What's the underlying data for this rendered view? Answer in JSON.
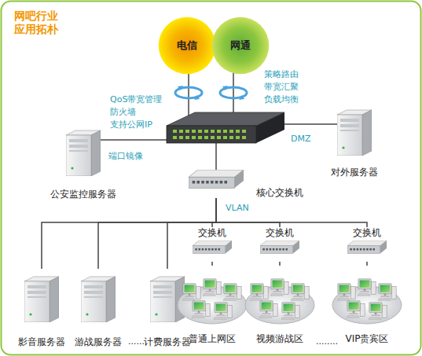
{
  "diagram": {
    "title": "网吧行业 应用拓朴",
    "nodes": [
      {
        "text": [
          "电信"
        ]
      },
      {
        "text": [
          "网通"
        ]
      },
      {
        "text": [
          "公安监控服务器"
        ]
      },
      {
        "text": [
          "对外服务器"
        ]
      },
      {
        "text": [
          "核心交换机"
        ]
      },
      {
        "text": [
          "影音服务器"
        ]
      },
      {
        "text": [
          "游战服务器"
        ]
      },
      {
        "text": [
          "计费服务器"
        ]
      },
      {
        "text": [
          "交换机"
        ]
      },
      {
        "text": [
          "交换机"
        ]
      },
      {
        "text": [
          "交换机"
        ]
      },
      {
        "text": [
          "普通上网区"
        ]
      },
      {
        "text": [
          "视频游战区"
        ]
      },
      {
        "text": [
          "VIP贵宾区"
        ]
      }
    ],
    "edges": [
      {
        "from": 4,
        "to": 5,
        "arrow": "none"
      },
      {
        "from": 4,
        "to": 6,
        "arrow": "none"
      },
      {
        "from": 4,
        "to": 7,
        "arrow": "none"
      },
      {
        "from": 4,
        "to": 8,
        "arrow": "none"
      },
      {
        "from": 4,
        "to": 9,
        "arrow": "none"
      },
      {
        "from": 4,
        "to": 10,
        "arrow": "none"
      },
      {
        "from": 8,
        "to": 11,
        "arrow": "none"
      },
      {
        "from": 9,
        "to": 12,
        "arrow": "none"
      },
      {
        "from": 10,
        "to": 13,
        "arrow": "none"
      }
    ],
    "labels": [
      "QoS带宽管理",
      "防火墙",
      "支持公网IP",
      "策略路由",
      "带宽汇聚",
      "负载均衡",
      "端口镜像",
      "DMZ",
      "VLAN",
      "......",
      "........"
    ]
  }
}
